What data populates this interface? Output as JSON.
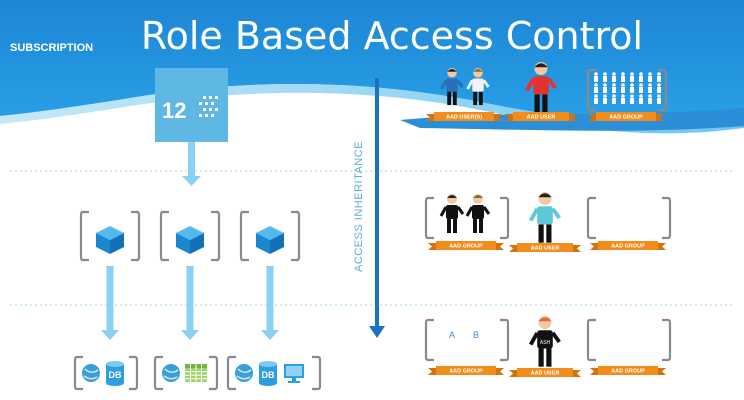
{
  "header": {
    "title": "Role Based Access Control",
    "subscription_label": "SUBSCRIPTION",
    "subscription_tile_text": "12"
  },
  "inheritance": {
    "label": "ACCESS INHERITANCE"
  },
  "levels": {
    "subscription": {
      "banners": [
        "AAD USER(S)",
        "AAD USER",
        "AAD GROUP"
      ]
    },
    "resource_group": {
      "banners": [
        "AAD GROUP",
        "AAD USER",
        "AAD GROUP"
      ]
    },
    "resource": {
      "banners": [
        "AAD GROUP",
        "AAD USER",
        "AAD GROUP"
      ],
      "group_letters": [
        "A",
        "B"
      ],
      "user_shirt_text": "ASH"
    }
  },
  "resources": {
    "db_label": "DB"
  },
  "colors": {
    "sky": "#1f8fdc",
    "sky_light": "#6cc6f2",
    "tile": "#5fb7e3",
    "cube": "#1e8fd4",
    "arrow_light": "#8ad0f0",
    "arrow_dark": "#1b74c2",
    "banner": "#f28c1a",
    "dotted": "#9fd8ee",
    "bracket": "#888888"
  },
  "icons": [
    "subscription-tile-icon",
    "resource-group-cube-icon",
    "web-globe-icon",
    "database-icon",
    "table-icon",
    "monitor-icon",
    "person-icon",
    "people-crowd-icon"
  ]
}
